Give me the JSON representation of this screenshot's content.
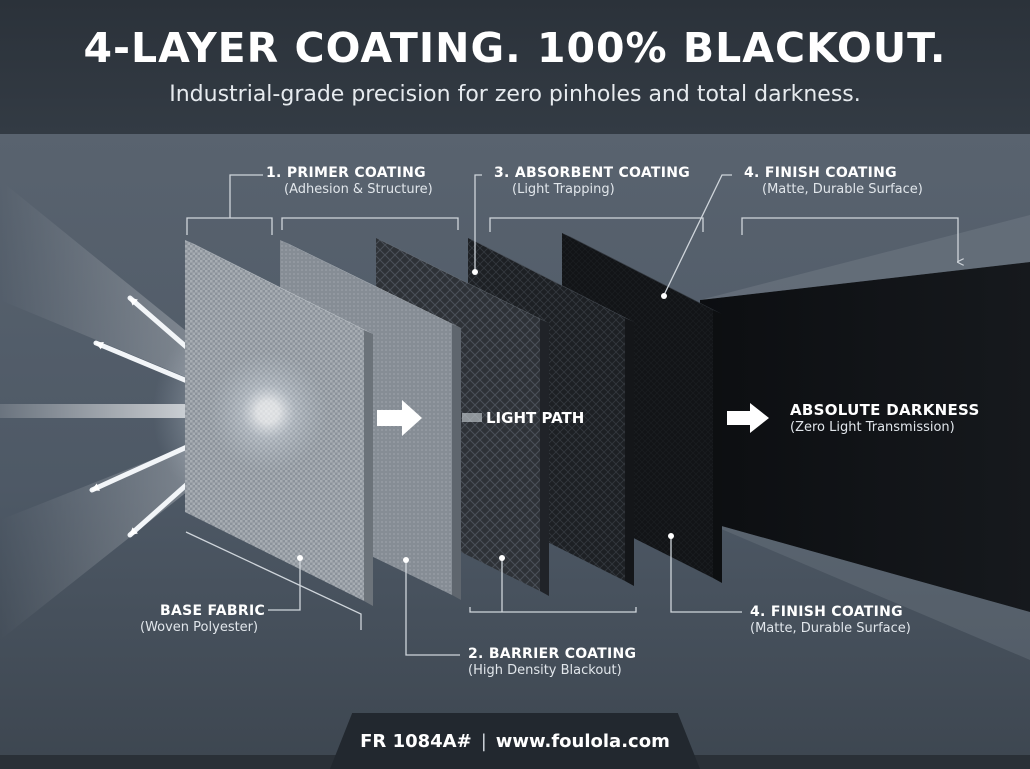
{
  "header": {
    "headline": "4-LAYER COATING. 100% BLACKOUT.",
    "subhead": "Industrial-grade precision for zero pinholes and total darkness."
  },
  "labels": {
    "primer": {
      "title": "1. PRIMER COATING",
      "sub": "(Adhesion & Structure)"
    },
    "absorbent": {
      "title": "3. ABSORBENT COATING",
      "sub": "(Light Trapping)"
    },
    "finish_top": {
      "title": "4. FINISH COATING",
      "sub": "(Matte, Durable Surface)"
    },
    "light_path": "LIGHT PATH",
    "darkness": {
      "title": "ABSOLUTE DARKNESS",
      "sub": "(Zero Light Transmission)"
    },
    "base": {
      "title": "BASE FABRIC",
      "sub": "(Woven Polyester)"
    },
    "barrier": {
      "title": "2. BARRIER COATING",
      "sub": "(High Density Blackout)"
    },
    "finish_bottom": {
      "title": "4. FINISH COATING",
      "sub": "(Matte, Durable Surface)"
    }
  },
  "footer": {
    "model": "FR 1084A#",
    "separator": "|",
    "website": "www.foulola.com"
  },
  "colors": {
    "header_bg": "#2b323a",
    "scene_bg": "#4b5663",
    "footer_bg": "#22282f",
    "text": "#ffffff",
    "light": "#ffffff"
  }
}
